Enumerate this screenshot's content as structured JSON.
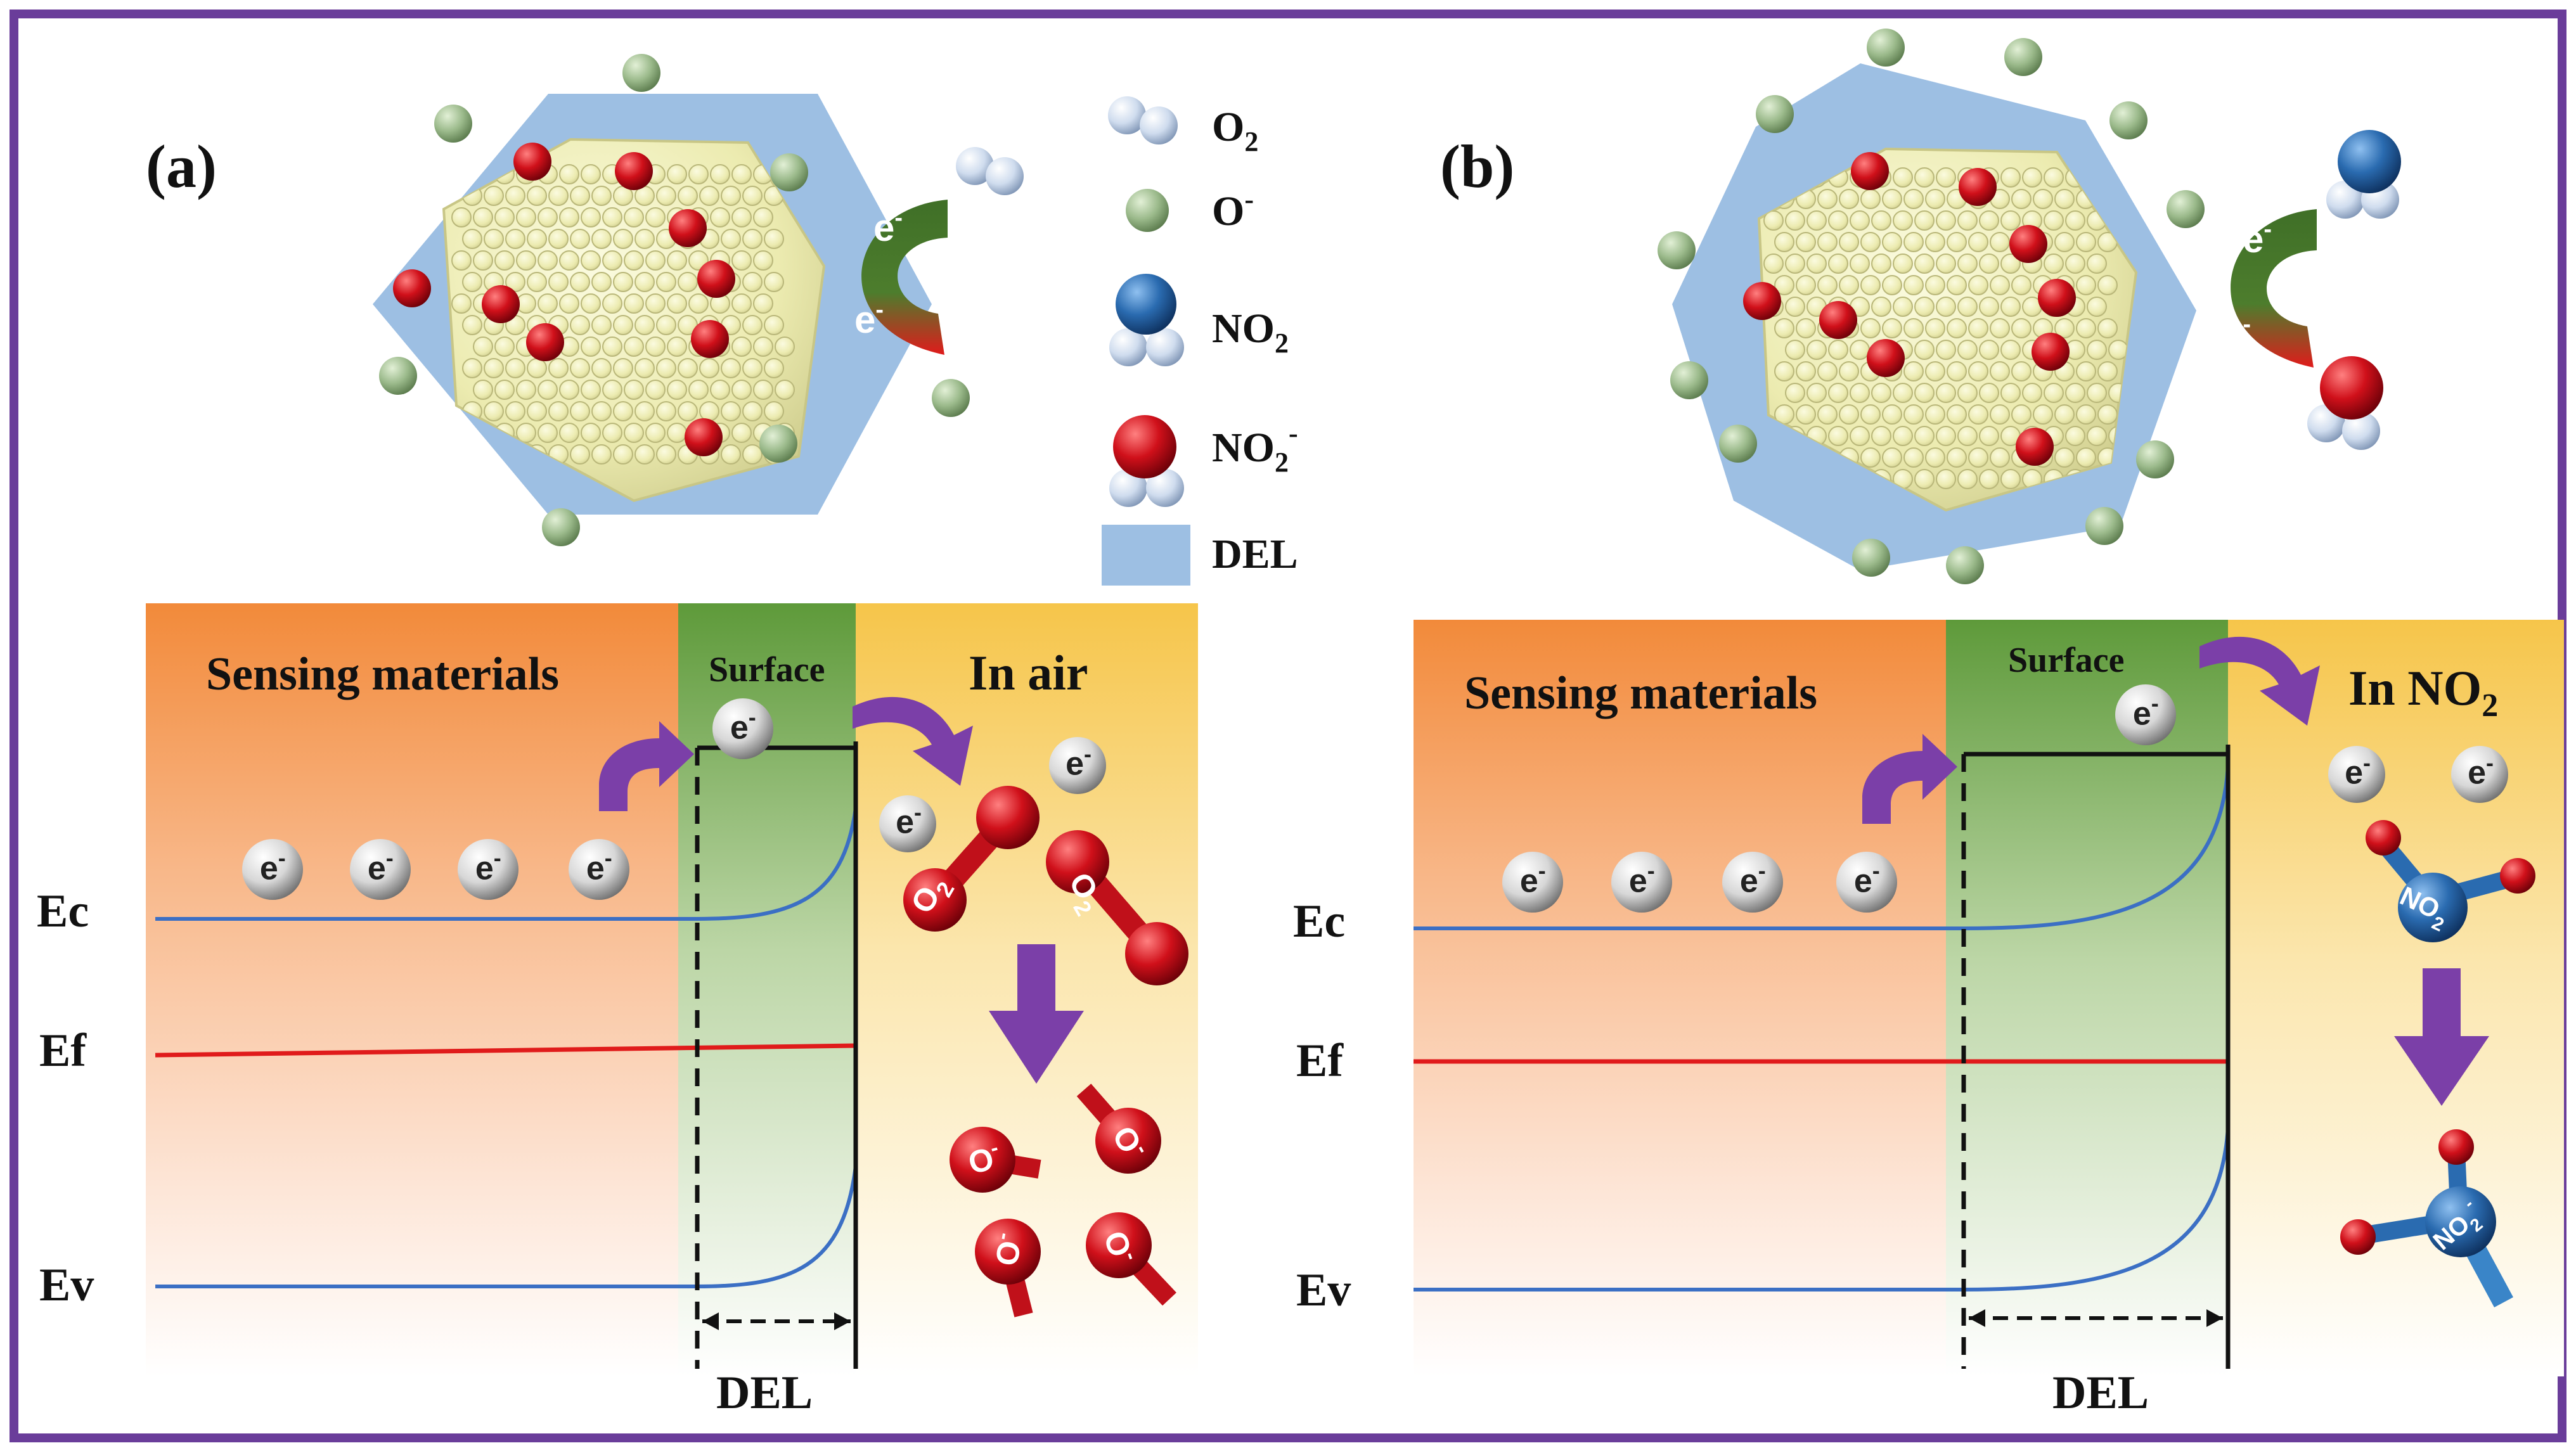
{
  "panels": [
    {
      "id": "a",
      "label": "(a)",
      "material_label": "Sensing materials",
      "surface_label": "Surface",
      "ambient_label": "In air",
      "bands": {
        "conduction": "Ec",
        "fermi": "Ef",
        "valence": "Ev"
      },
      "del_label": "DEL"
    },
    {
      "id": "b",
      "label": "(b)",
      "material_label": "Sensing materials",
      "surface_label": "Surface",
      "ambient_label": "In NO",
      "ambient_sub": "2",
      "bands": {
        "conduction": "Ec",
        "fermi": "Ef",
        "valence": "Ev"
      },
      "del_label": "DEL"
    }
  ],
  "legend": [
    {
      "key": "o2",
      "label": "O",
      "sub": "2",
      "sup": ""
    },
    {
      "key": "o_minus",
      "label": "O",
      "sub": "",
      "sup": "-"
    },
    {
      "key": "no2",
      "label": "NO",
      "sub": "2",
      "sup": ""
    },
    {
      "key": "no2_minus",
      "label": "NO",
      "sub": "2",
      "sup": "-"
    },
    {
      "key": "del",
      "label": "DEL",
      "sub": "",
      "sup": ""
    }
  ],
  "electron": {
    "label": "e",
    "sup": "-"
  },
  "molecule_labels": {
    "o2": "O",
    "o2_sub": "2",
    "o_minus": "O",
    "o_minus_sup": "-",
    "no2": "NO",
    "no2_sub": "2",
    "no2_minus": "NO",
    "no2_minus_sub": "2",
    "no2_minus_sup": "-"
  },
  "colors": {
    "frame": "#6a3d9a",
    "arrow": "#7b3fa8",
    "hexagon": "#9dbfe3",
    "particle": "#ecebb0",
    "defect": "#c0151e",
    "adsorbed_o": "#9ab98a",
    "band_line": "#3b6fc4",
    "fermi_line": "#e01b1b",
    "sensing_bg": "#f08a3c",
    "surface_bg": "#6fa64a",
    "air_bg": "#f7c94a",
    "no2_ball": "#2a6bb0",
    "red_ball": "#d0101a"
  }
}
